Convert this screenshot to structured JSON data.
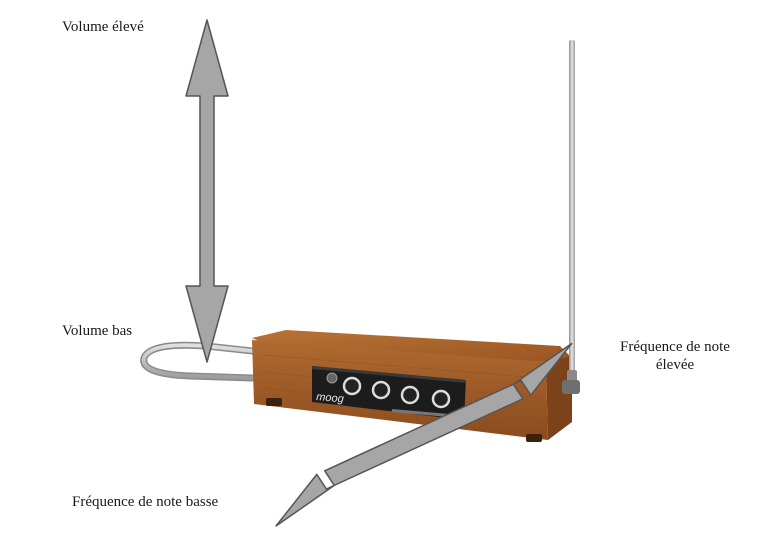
{
  "labels": {
    "volume_high": "Volume élevé",
    "volume_low": "Volume bas",
    "freq_high_line1": "Fréquence de note",
    "freq_high_line2": "élevée",
    "freq_low": "Fréquence de note basse"
  },
  "device": {
    "brand": "moog"
  },
  "colors": {
    "arrow_fill": "#a6a6a6",
    "arrow_stroke": "#555555",
    "wood": "#a8632c",
    "wood_dark": "#7a4319",
    "panel": "#1c1c1c",
    "antenna": "#c8c8c8"
  }
}
